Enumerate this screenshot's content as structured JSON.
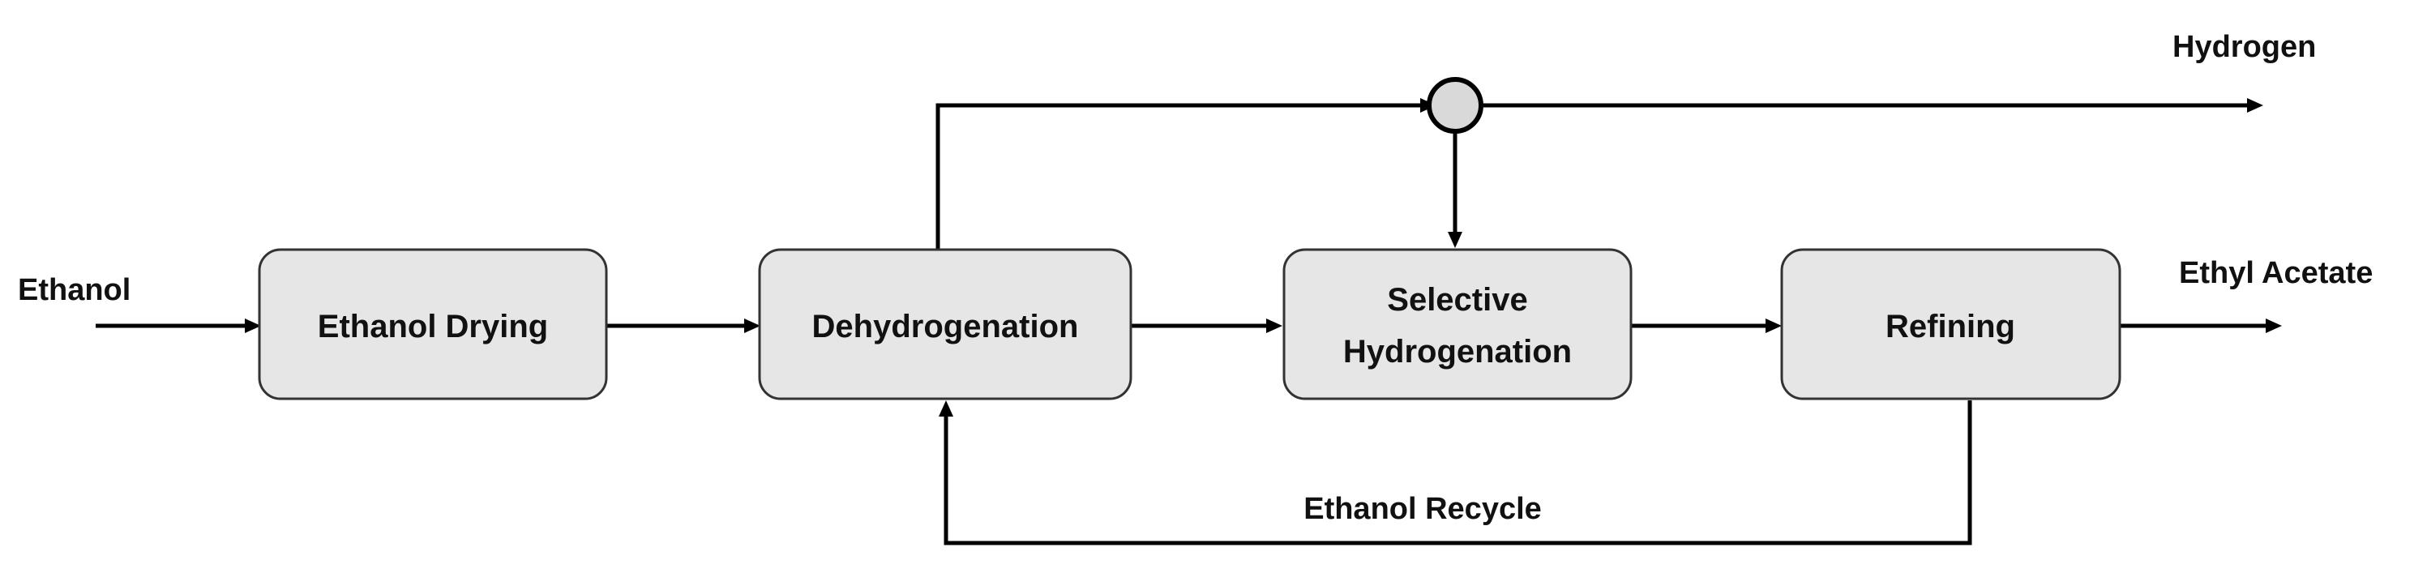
{
  "units": {
    "ethanol_drying": "Ethanol Drying",
    "dehydrogenation": "Dehydrogenation",
    "selective_hydrogenation": [
      "Selective",
      "Hydrogenation"
    ],
    "refining": "Refining"
  },
  "streams": {
    "feed": "Ethanol",
    "hydrogen": "Hydrogen",
    "product": "Ethyl Acetate",
    "recycle": "Ethanol Recycle"
  },
  "colors": {
    "box_fill": "#e6e6e6",
    "box_stroke": "#333333",
    "line": "#000000",
    "junction_fill": "#d9d9d9"
  }
}
